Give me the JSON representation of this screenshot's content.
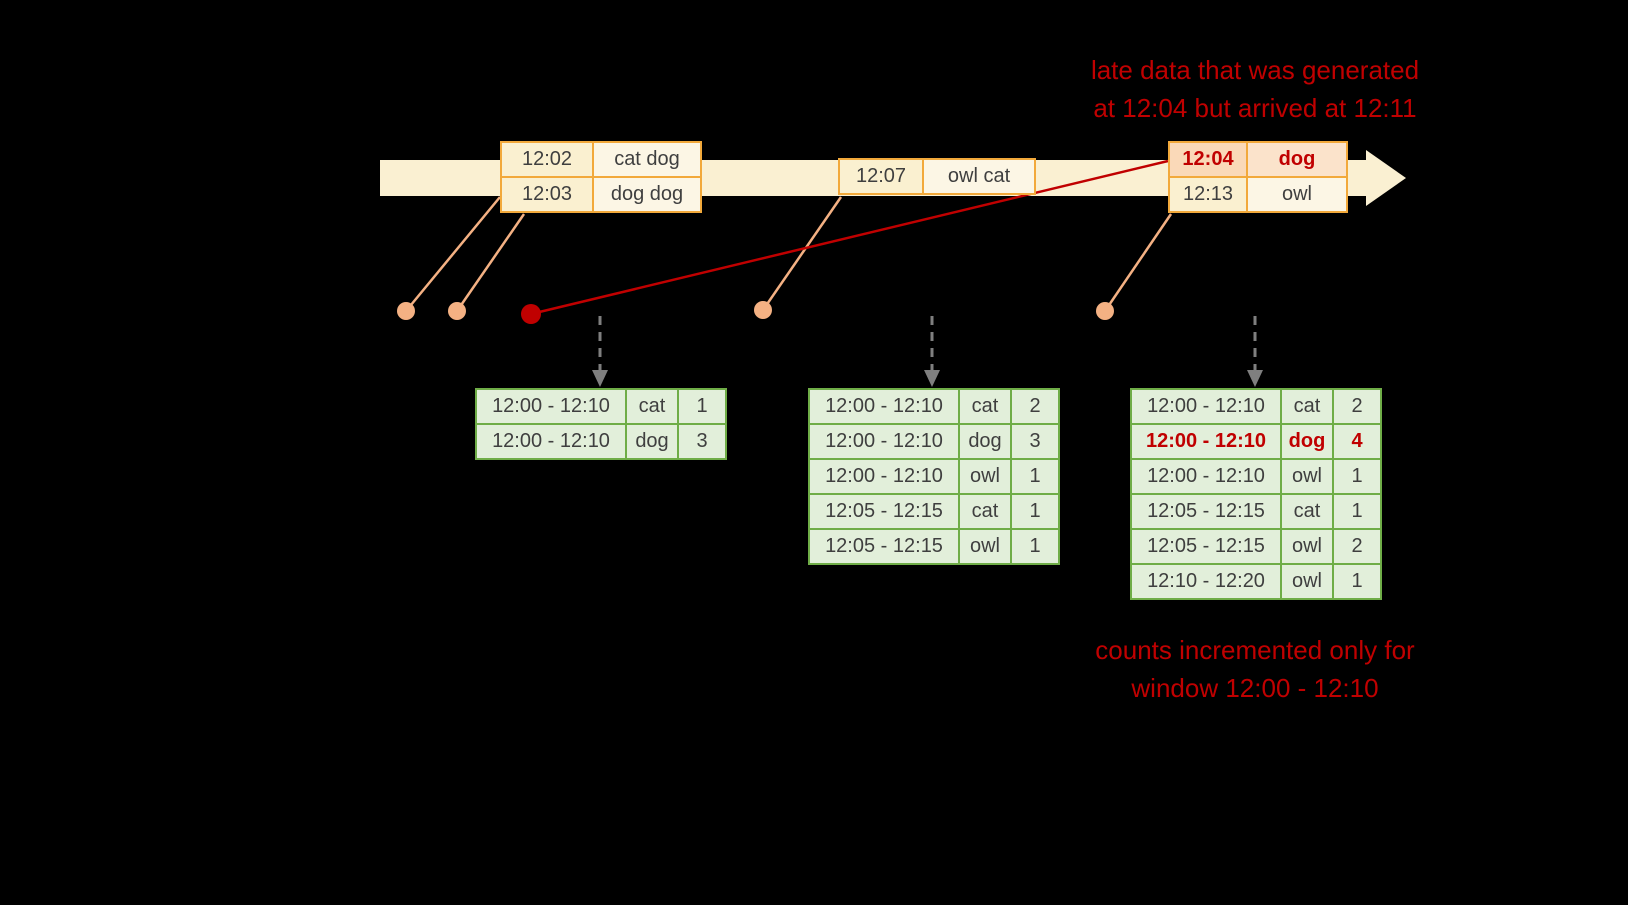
{
  "annotations": {
    "late_data_note_line1": "late data that was generated",
    "late_data_note_line2": "at 12:04 but arrived at 12:11",
    "counts_note_line1": "counts incremented only for",
    "counts_note_line2": "window 12:00 - 12:10"
  },
  "colors": {
    "background": "#000000",
    "timeline_fill": "#FAF0D2",
    "event_border": "#F2A93B",
    "event_time_fill": "#FAF0D0",
    "event_word_fill": "#FCF6E5",
    "late_event_fill": "#FAD9B8",
    "red_accent": "#C00000",
    "dot_fill": "#F4B183",
    "table_border": "#6FAD47",
    "table_fill": "#E2EFDA",
    "table_text": "#3F3F3F",
    "trigger_arrow_gray": "#7F7F7F"
  },
  "timeline_events": [
    {
      "rows": [
        {
          "time": "12:02",
          "words": "cat dog"
        },
        {
          "time": "12:03",
          "words": "dog dog"
        }
      ]
    },
    {
      "rows": [
        {
          "time": "12:07",
          "words": "owl cat"
        }
      ]
    },
    {
      "rows": [
        {
          "time": "12:04",
          "words": "dog"
        },
        {
          "time": "12:13",
          "words": "owl"
        }
      ]
    }
  ],
  "result_tables": [
    {
      "rows": [
        {
          "window": "12:00 - 12:10",
          "word": "cat",
          "count": "1"
        },
        {
          "window": "12:00 - 12:10",
          "word": "dog",
          "count": "3"
        }
      ]
    },
    {
      "rows": [
        {
          "window": "12:00 - 12:10",
          "word": "cat",
          "count": "2"
        },
        {
          "window": "12:00 - 12:10",
          "word": "dog",
          "count": "3"
        },
        {
          "window": "12:00 - 12:10",
          "word": "owl",
          "count": "1"
        },
        {
          "window": "12:05 - 12:15",
          "word": "cat",
          "count": "1"
        },
        {
          "window": "12:05 - 12:15",
          "word": "owl",
          "count": "1"
        }
      ]
    },
    {
      "rows": [
        {
          "window": "12:00 - 12:10",
          "word": "cat",
          "count": "2"
        },
        {
          "window": "12:00 - 12:10",
          "word": "dog",
          "count": "4"
        },
        {
          "window": "12:00 - 12:10",
          "word": "owl",
          "count": "1"
        },
        {
          "window": "12:05 - 12:15",
          "word": "cat",
          "count": "1"
        },
        {
          "window": "12:05 - 12:15",
          "word": "owl",
          "count": "2"
        },
        {
          "window": "12:10 - 12:20",
          "word": "owl",
          "count": "1"
        }
      ]
    }
  ]
}
